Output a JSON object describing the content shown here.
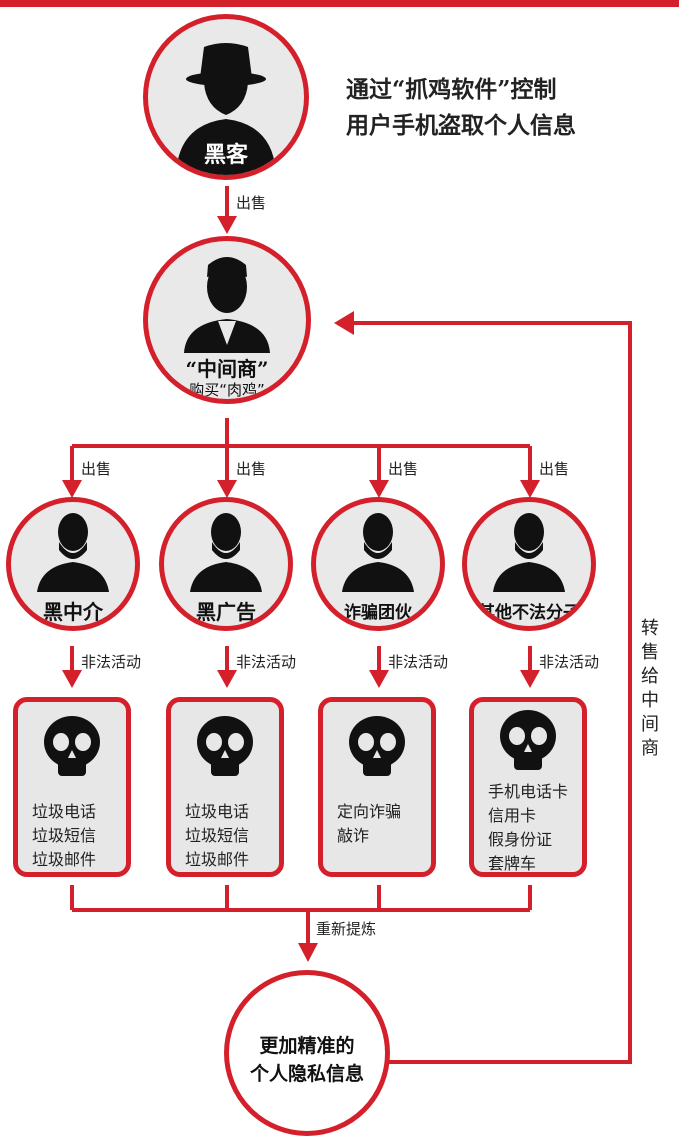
{
  "headline": {
    "line1": "通过“抓鸡软件”控制",
    "line2": "用户手机盗取个人信息"
  },
  "hacker": {
    "label": "黑客"
  },
  "arrow_sell_top": "出售",
  "middleman": {
    "label": "“中间商”",
    "sublabel": "购买“肉鸡”"
  },
  "branch_labels": [
    "出售",
    "出售",
    "出售",
    "出售"
  ],
  "actors": [
    {
      "label": "黑中介"
    },
    {
      "label": "黑广告"
    },
    {
      "label": "诈骗团伙"
    },
    {
      "label": "其他不法分子"
    }
  ],
  "activity_labels": [
    "非法活动",
    "非法活动",
    "非法活动",
    "非法活动"
  ],
  "outcomes": [
    {
      "lines": [
        "垃圾电话",
        "垃圾短信",
        "垃圾邮件"
      ]
    },
    {
      "lines": [
        "垃圾电话",
        "垃圾短信",
        "垃圾邮件"
      ]
    },
    {
      "lines": [
        "定向诈骗",
        "敲诈"
      ]
    },
    {
      "lines": [
        "手机电话卡",
        "信用卡",
        "假身份证",
        "套牌车"
      ]
    }
  ],
  "refine_label": "重新提炼",
  "result": {
    "line1": "更加精准的",
    "line2": "个人隐私信息"
  },
  "loop_label": [
    "转",
    "售",
    "给",
    "中",
    "间",
    "商"
  ],
  "colors": {
    "accent": "#d4202b",
    "box_fill": "#e7e7e7",
    "icon": "#111111"
  }
}
